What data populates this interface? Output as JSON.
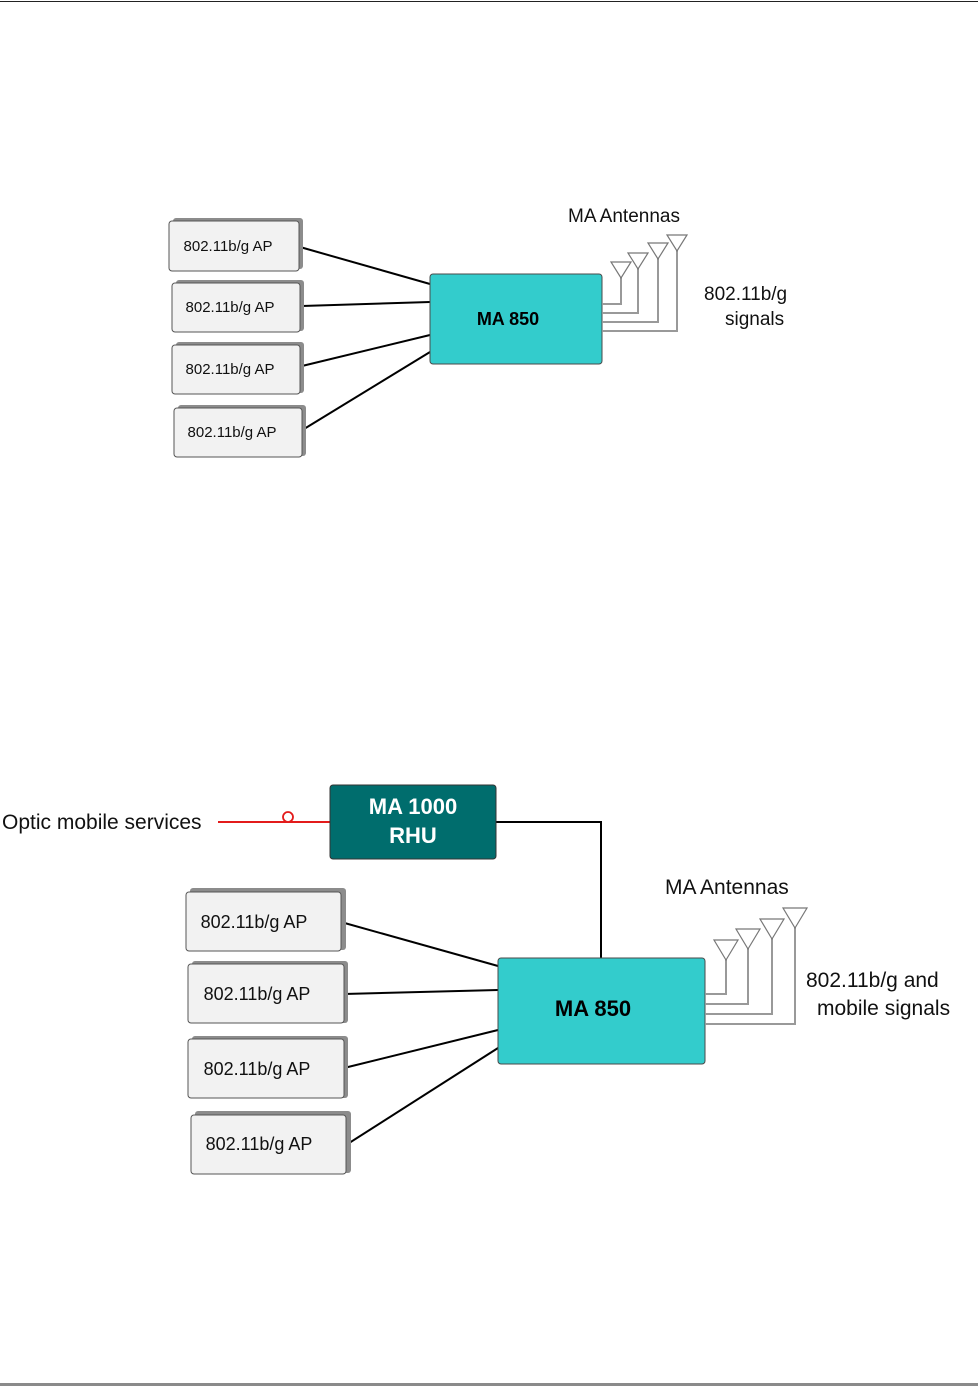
{
  "colors": {
    "ma850_fill": "#33CCCC",
    "rhu_fill": "#006D6D",
    "ap_fill": "#F2F2F2",
    "ap_shadow": "#8C8C8C",
    "optic_line": "#E31B1B",
    "antenna_line": "#999999"
  },
  "diagram1": {
    "aps": [
      "802.11b/g AP",
      "802.11b/g AP",
      "802.11b/g AP",
      "802.11b/g AP"
    ],
    "hub": "MA 850",
    "antennas_label": "MA Antennas",
    "signals_line1": "802.11b/g",
    "signals_line2": "signals"
  },
  "diagram2": {
    "optic_label": "Optic  mobile services",
    "rhu_line1": "MA 1000",
    "rhu_line2": "RHU",
    "aps": [
      "802.11b/g AP",
      "802.11b/g AP",
      "802.11b/g AP",
      "802.11b/g AP"
    ],
    "hub": "MA 850",
    "antennas_label": "MA Antennas",
    "signals_line1": "802.11b/g and",
    "signals_line2": "mobile signals"
  }
}
